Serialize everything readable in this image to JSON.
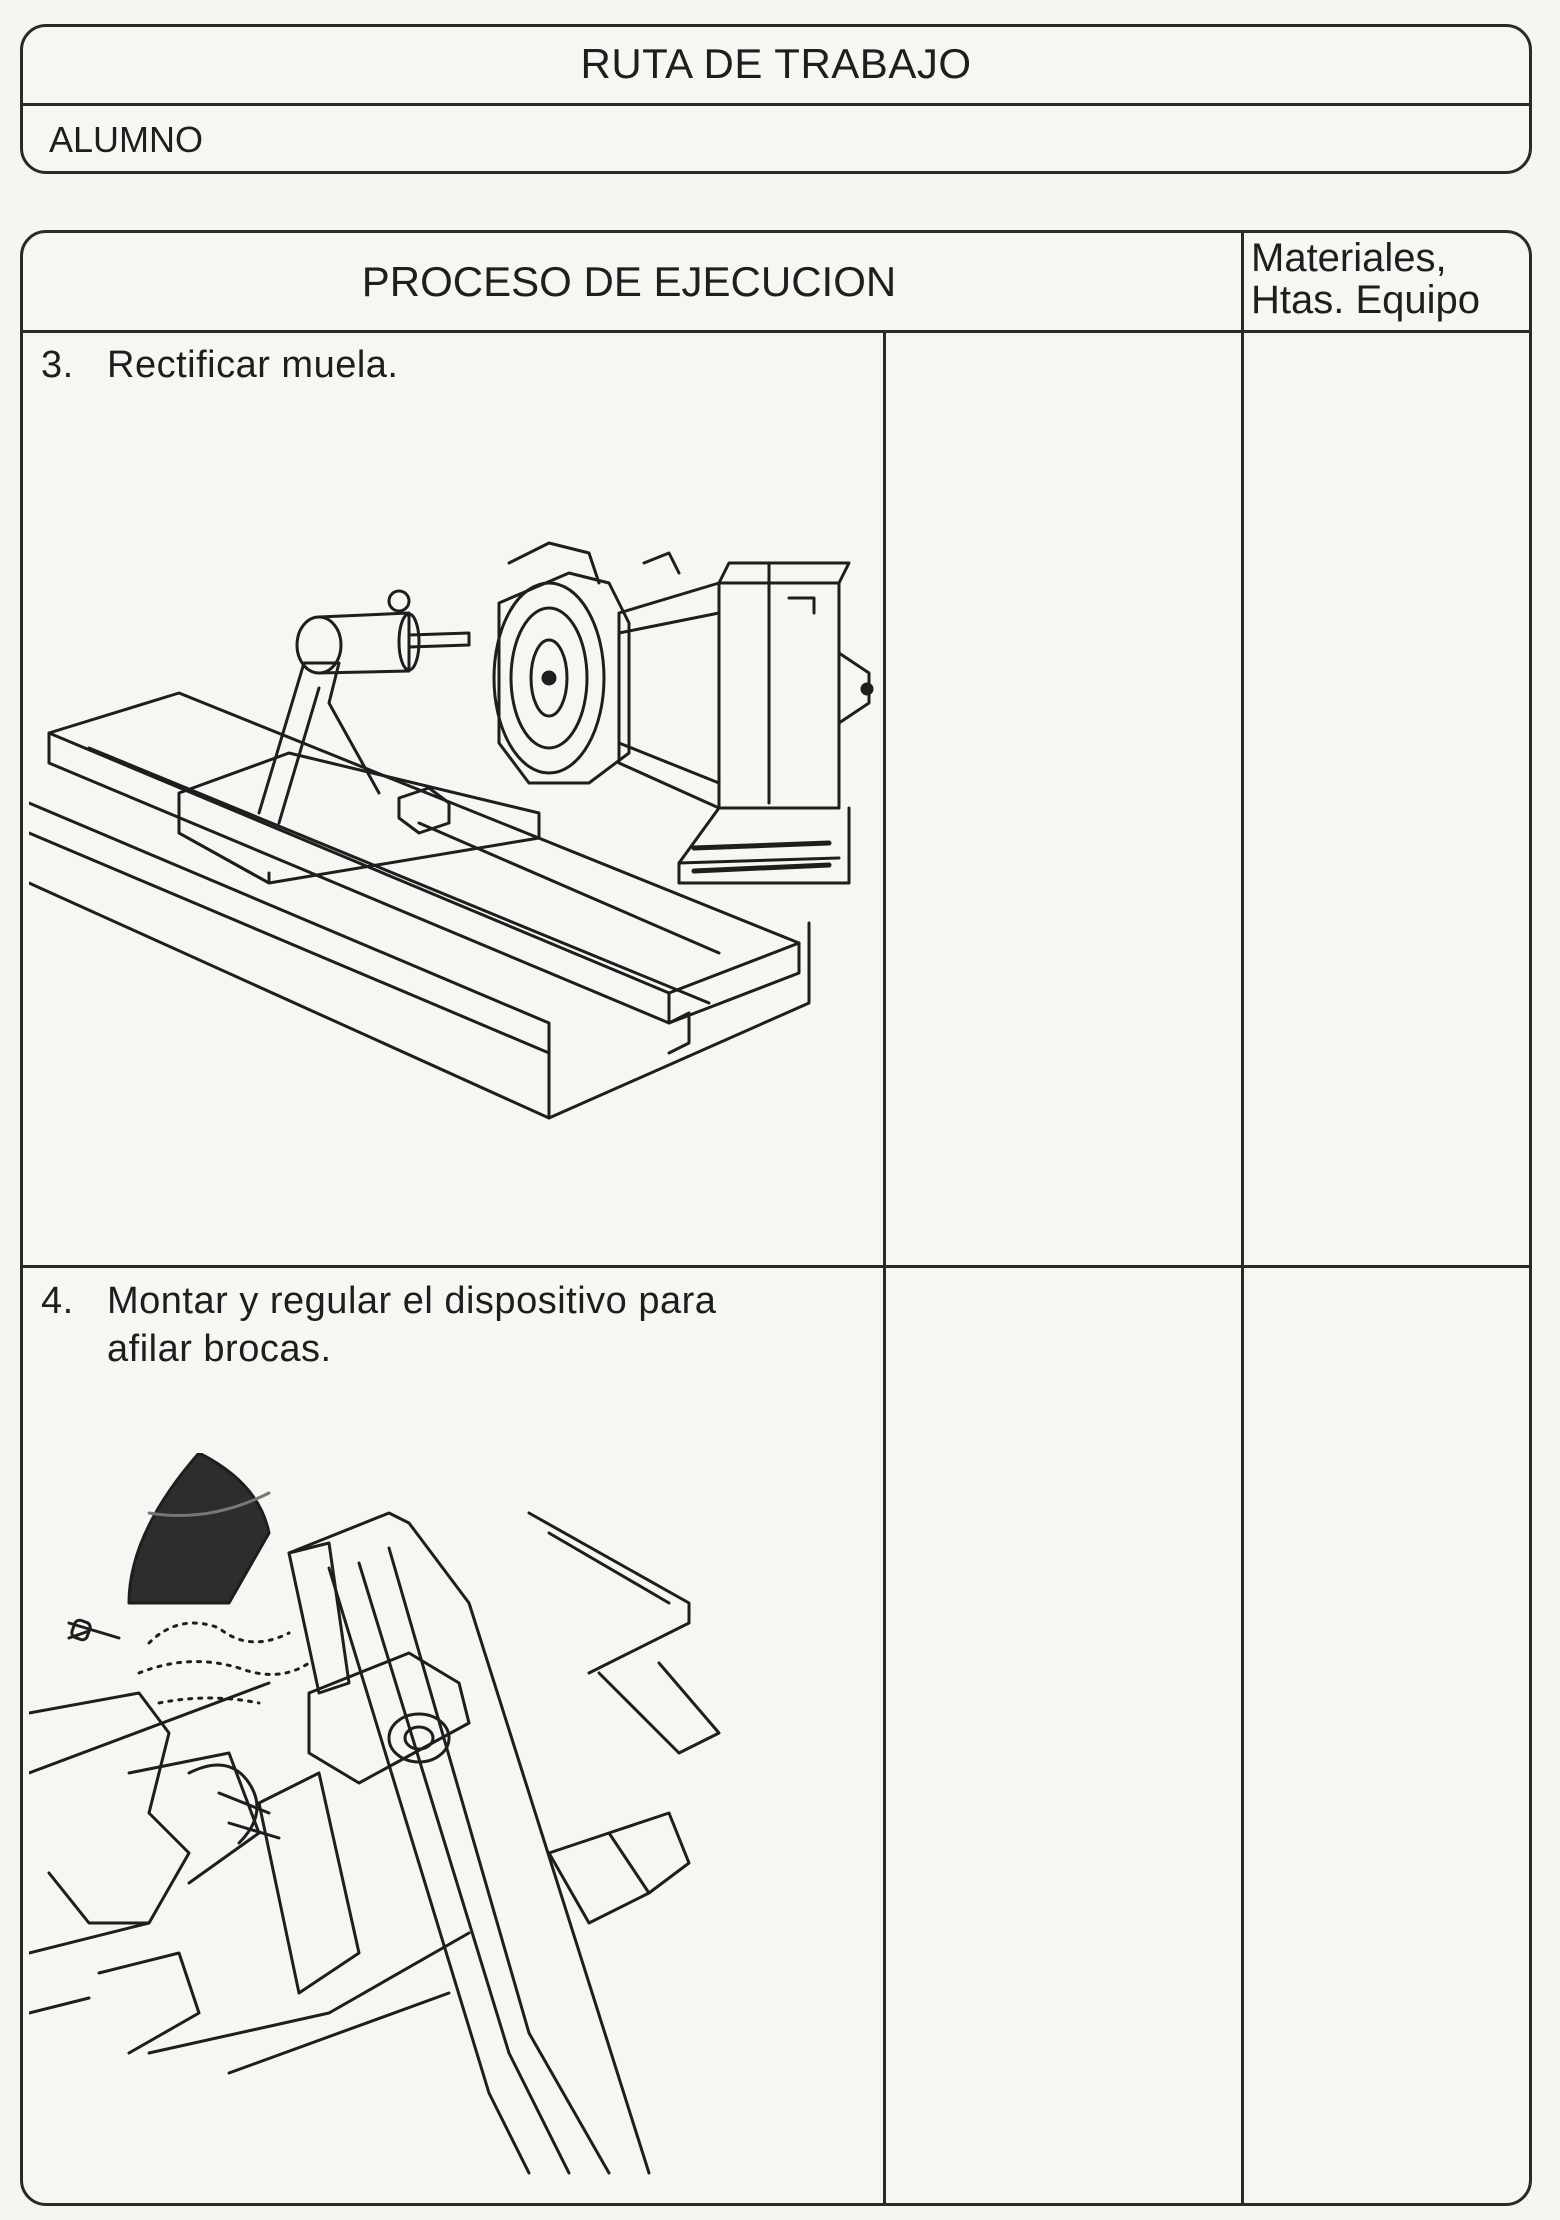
{
  "header": {
    "title": "RUTA DE TRABAJO",
    "student_label": "ALUMNO"
  },
  "table": {
    "process_header": "PROCESO DE EJECUCION",
    "materials_header_line1": "Materiales,",
    "materials_header_line2": "Htas. Equipo",
    "steps": [
      {
        "number": "3.",
        "text_line1": "Rectificar muela.",
        "text_line2": ""
      },
      {
        "number": "4.",
        "text_line1": "Montar y regular el dispositivo para",
        "text_line2": "afilar brocas."
      }
    ]
  }
}
